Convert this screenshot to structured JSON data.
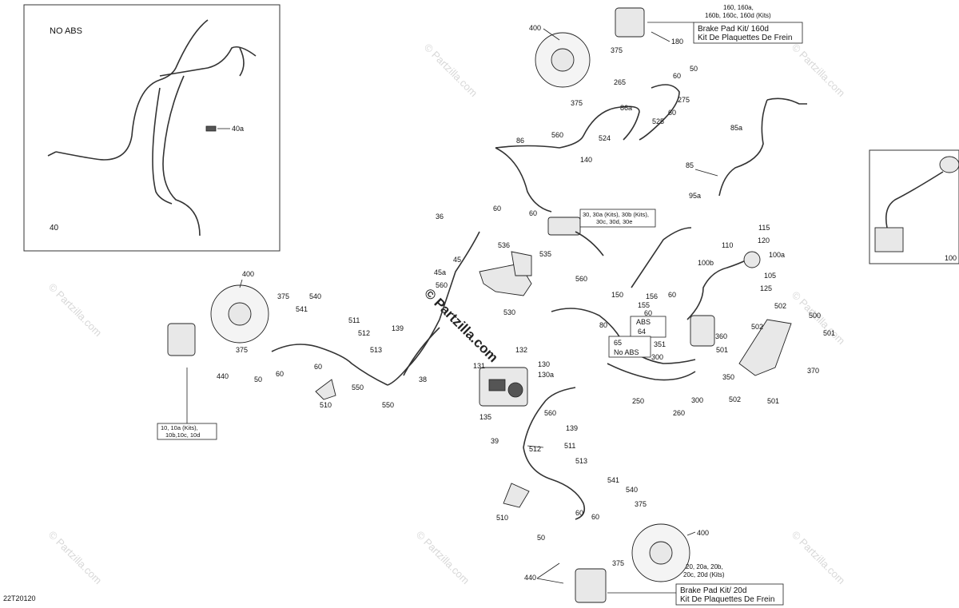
{
  "diagram_code": "22T20120",
  "watermark": "© Partzilla.com",
  "watermark_small": "© Partzilla.com",
  "inset_no_abs": {
    "title": "NO ABS",
    "part_40": "40",
    "part_40a": "40a"
  },
  "inset_right": {
    "part_100": "100"
  },
  "kit_boxes": {
    "k160_l1": "160, 160a,",
    "k160_l2": "160b, 160c, 160d (Kits)",
    "brake_pad_160d_l1": "Brake Pad Kit/ 160d",
    "brake_pad_160d_l2": "Kit De Plaquettes De Frein",
    "k30_l1": "30, 30a (Kits), 30b (Kits),",
    "k30_l2": "30c, 30d, 30e",
    "k10_l1": "10, 10a (Kits),",
    "k10_l2": "10b,10c, 10d",
    "k20_l1": "20, 20a, 20b,",
    "k20_l2": "20c, 20d (Kits)",
    "brake_pad_20d_l1": "Brake Pad Kit/ 20d",
    "brake_pad_20d_l2": "Kit De Plaquettes De Frein",
    "abs_l1": "ABS",
    "abs_l2": "64",
    "noabs_l1": "65",
    "noabs_l2": "No ABS"
  },
  "callouts": [
    "400",
    "375",
    "180",
    "375",
    "265",
    "60",
    "50",
    "275",
    "86a",
    "60",
    "525",
    "560",
    "524",
    "86",
    "140",
    "85a",
    "85",
    "36",
    "60",
    "60",
    "536",
    "535",
    "45",
    "45a",
    "560",
    "530",
    "560",
    "150",
    "156",
    "60",
    "155",
    "60",
    "95a",
    "115",
    "110",
    "120",
    "100a",
    "100b",
    "105",
    "125",
    "80",
    "351",
    "300",
    "350",
    "360",
    "502",
    "500",
    "501",
    "502",
    "501",
    "370",
    "502",
    "501",
    "260",
    "300",
    "250",
    "400",
    "375",
    "541",
    "540",
    "375",
    "511",
    "512",
    "139",
    "513",
    "60",
    "50",
    "60",
    "440",
    "510",
    "550",
    "550",
    "38",
    "132",
    "131",
    "130",
    "130a",
    "135",
    "560",
    "139",
    "39",
    "512",
    "511",
    "513",
    "541",
    "540",
    "375",
    "510",
    "50",
    "60",
    "440",
    "400",
    "375",
    "60"
  ]
}
